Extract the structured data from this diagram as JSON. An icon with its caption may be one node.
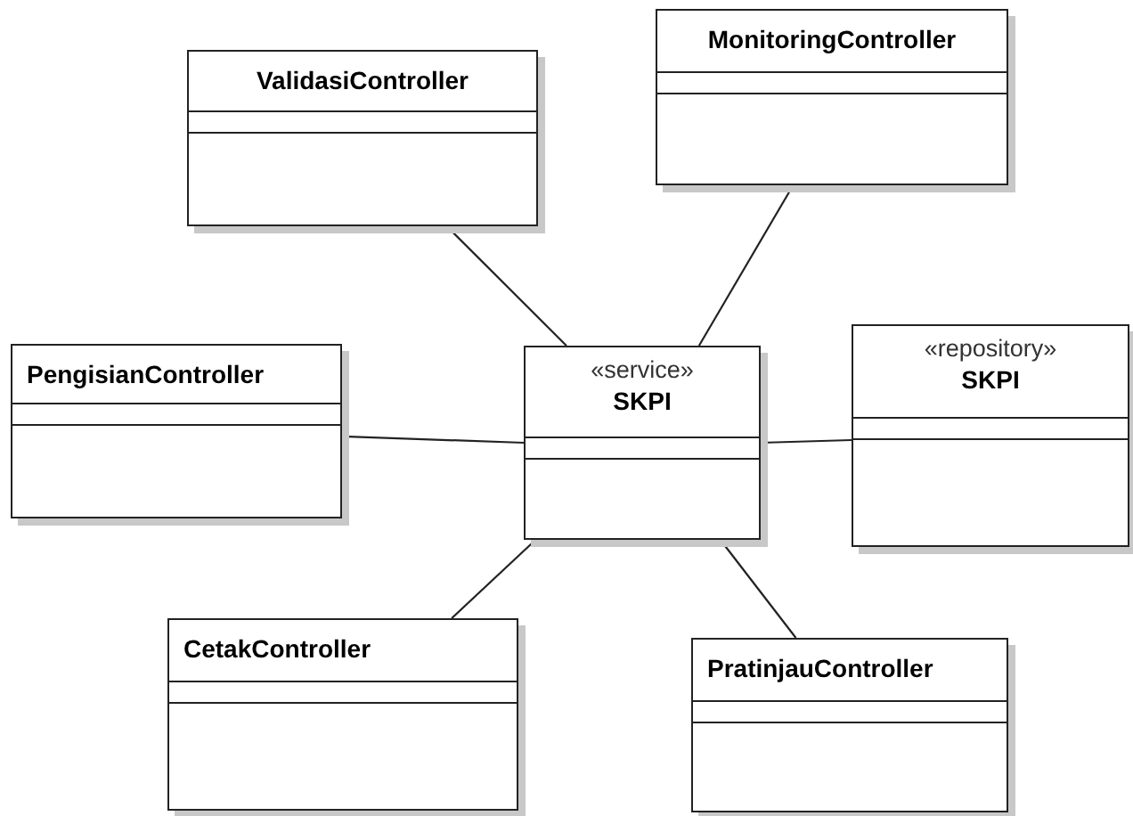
{
  "diagram": {
    "nodes": [
      {
        "text": [
          "ValidasiController"
        ]
      },
      {
        "text": [
          "MonitoringController"
        ]
      },
      {
        "text": [
          "PengisianController"
        ]
      },
      {
        "text": [
          "«service»",
          "SKPI"
        ]
      },
      {
        "text": [
          "«repository»",
          "SKPI"
        ]
      },
      {
        "text": [
          "CetakController"
        ]
      },
      {
        "text": [
          "PratinjauController"
        ]
      }
    ],
    "edges": [
      {
        "from": 0,
        "to": 3,
        "arrow": "none"
      },
      {
        "from": 1,
        "to": 3,
        "arrow": "none"
      },
      {
        "from": 2,
        "to": 3,
        "arrow": "none"
      },
      {
        "from": 3,
        "to": 4,
        "arrow": "none"
      },
      {
        "from": 3,
        "to": 5,
        "arrow": "none"
      },
      {
        "from": 3,
        "to": 6,
        "arrow": "none"
      }
    ]
  }
}
